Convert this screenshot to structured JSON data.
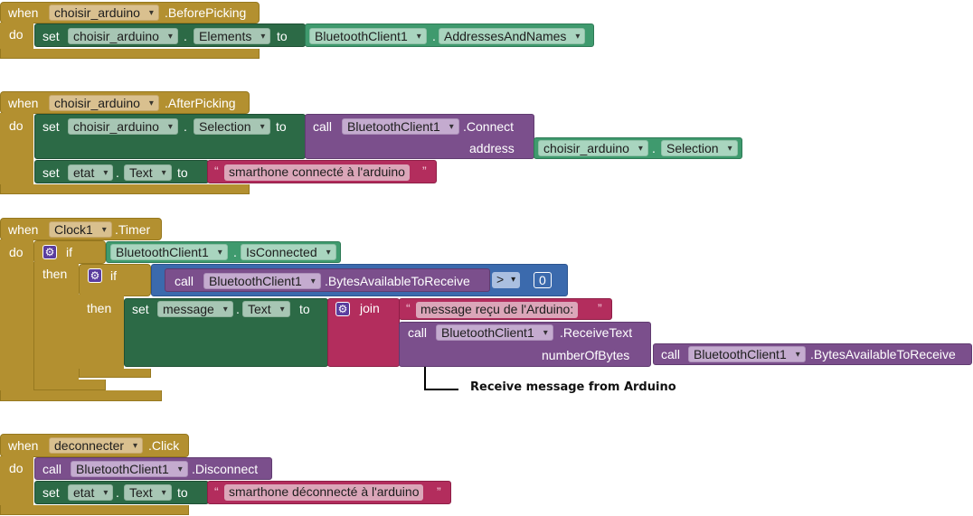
{
  "keywords": {
    "when": "when",
    "do": "do",
    "set": "set",
    "to": "to",
    "call": "call",
    "if": "if",
    "then": "then",
    "join": "join",
    "dot": ".",
    "address": "address",
    "numberOfBytes": "numberOfBytes"
  },
  "ev1": {
    "component": "choisir_arduino",
    "event": ".BeforePicking",
    "set_comp": "choisir_arduino",
    "set_prop": "Elements",
    "src_comp": "BluetoothClient1",
    "src_prop": "AddressesAndNames"
  },
  "ev2": {
    "component": "choisir_arduino",
    "event": ".AfterPicking",
    "set_comp": "choisir_arduino",
    "set_prop": "Selection",
    "call_comp": "BluetoothClient1",
    "call_method": ".Connect",
    "arg_comp": "choisir_arduino",
    "arg_prop": "Selection",
    "set2_comp": "etat",
    "set2_prop": "Text",
    "set2_text": "smarthone connecté à l'arduino"
  },
  "ev3": {
    "component": "Clock1",
    "event": ".Timer",
    "cond_comp": "BluetoothClient1",
    "cond_prop": "IsConnected",
    "call_comp": "BluetoothClient1",
    "call_method": ".BytesAvailableToReceive",
    "op": ">",
    "number": "0",
    "set_comp": "message",
    "set_prop": "Text",
    "join_text": "message reçu de l'Arduino: ",
    "recv_comp": "BluetoothClient1",
    "recv_method": ".ReceiveText",
    "bytes_comp": "BluetoothClient1",
    "bytes_method": ".BytesAvailableToReceive"
  },
  "annotation": "Receive message from Arduino",
  "ev4": {
    "component": "deconnecter",
    "event": ".Click",
    "call_comp": "BluetoothClient1",
    "call_method": ".Disconnect",
    "set_comp": "etat",
    "set_prop": "Text",
    "set_text": "smarthone déconnecté à l'arduino"
  },
  "icons": {
    "gear": "gear-icon",
    "dropdown": "chevron-down-icon"
  }
}
